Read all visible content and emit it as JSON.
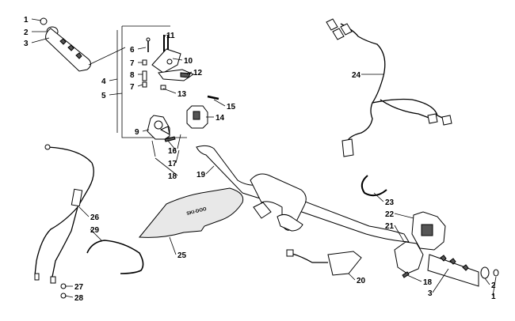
{
  "diagram": {
    "callouts": [
      {
        "id": "c-1a",
        "text": "1"
      },
      {
        "id": "c-2a",
        "text": "2"
      },
      {
        "id": "c-3a",
        "text": "3"
      },
      {
        "id": "c-4",
        "text": "4"
      },
      {
        "id": "c-5",
        "text": "5"
      },
      {
        "id": "c-6",
        "text": "6"
      },
      {
        "id": "c-7a",
        "text": "7"
      },
      {
        "id": "c-8",
        "text": "8"
      },
      {
        "id": "c-7b",
        "text": "7"
      },
      {
        "id": "c-9",
        "text": "9"
      },
      {
        "id": "c-10",
        "text": "10"
      },
      {
        "id": "c-11",
        "text": "11"
      },
      {
        "id": "c-12",
        "text": "12"
      },
      {
        "id": "c-13",
        "text": "13"
      },
      {
        "id": "c-14",
        "text": "14"
      },
      {
        "id": "c-15",
        "text": "15"
      },
      {
        "id": "c-16",
        "text": "16"
      },
      {
        "id": "c-17",
        "text": "17"
      },
      {
        "id": "c-18a",
        "text": "18"
      },
      {
        "id": "c-19",
        "text": "19"
      },
      {
        "id": "c-24",
        "text": "24"
      },
      {
        "id": "c-26",
        "text": "26"
      },
      {
        "id": "c-29",
        "text": "29"
      },
      {
        "id": "c-25",
        "text": "25"
      },
      {
        "id": "c-27",
        "text": "27"
      },
      {
        "id": "c-28",
        "text": "28"
      },
      {
        "id": "c-23",
        "text": "23"
      },
      {
        "id": "c-22",
        "text": "22"
      },
      {
        "id": "c-21",
        "text": "21"
      },
      {
        "id": "c-20",
        "text": "20"
      },
      {
        "id": "c-18b",
        "text": "18"
      },
      {
        "id": "c-3b",
        "text": "3"
      },
      {
        "id": "c-2b",
        "text": "2"
      },
      {
        "id": "c-1b",
        "text": "1"
      }
    ]
  }
}
